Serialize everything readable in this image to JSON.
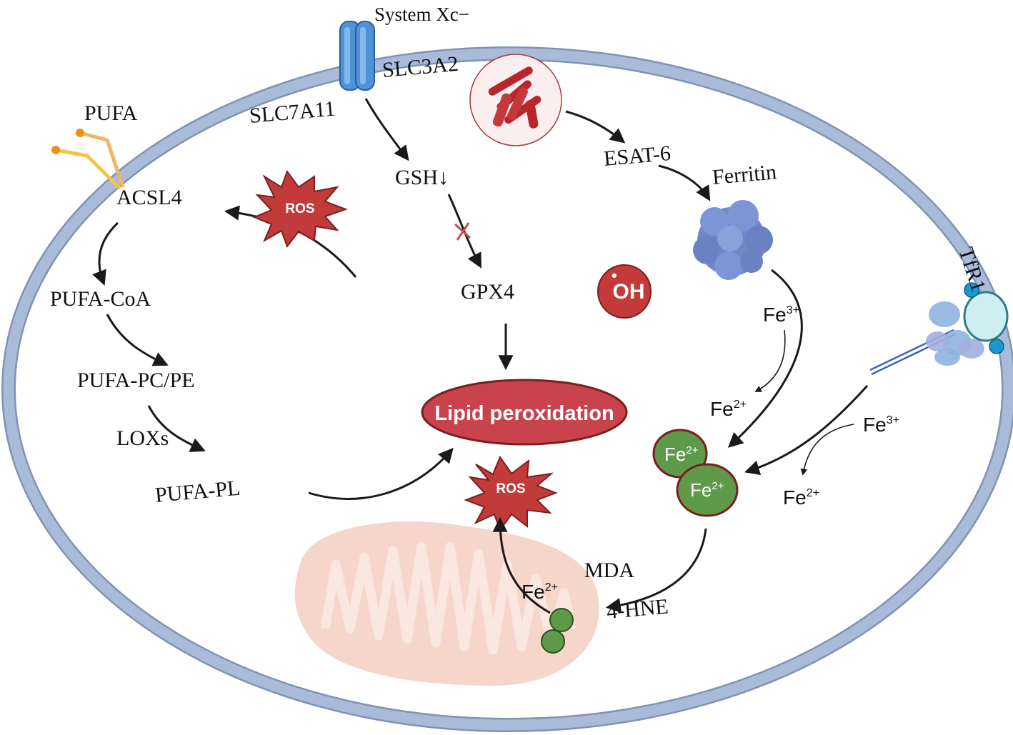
{
  "labels": {
    "system_xc": "System Xc−",
    "slc7a11": "SLC7A11",
    "slc3a2": "SLC3A2",
    "pufa": "PUFA",
    "acsl4": "ACSL4",
    "pufa_coa": "PUFA-CoA",
    "pufa_pc_pe": "PUFA-PC/PE",
    "loxs": "LOXs",
    "pufa_pl": "PUFA-PL",
    "gsh": "GSH↓",
    "gpx4": "GPX4",
    "esat6": "ESAT-6",
    "ferritin": "Ferritin",
    "tfr1": "TfR1",
    "lipid_peroxidation": "Lipid peroxidation",
    "ros_top": "ROS",
    "ros_center": "ROS",
    "oh_radical": "OH",
    "oh_dot": "•",
    "mda": "MDA",
    "hne": "4-HNE",
    "fe_base": "Fe",
    "fe3_sup": "3+",
    "fe2_sup": "2+"
  },
  "colors": {
    "membrane": "#a9bbd9",
    "membrane_edge": "#7f93b5",
    "transporter": "#4e93d6",
    "ros_star": "#c23a3a",
    "lipid": "#c8434b",
    "iron": "#5e9a4a",
    "iron_edge": "#7a1f1f",
    "ferritin": "#6f88c9",
    "mito": "#f6d6cb",
    "bacteria": "#b8262b",
    "tfr1_teal": "#cfeef2",
    "tfr1_blue": "#1a98cf"
  },
  "icons": [
    "transporter-icon",
    "bacteria-icon",
    "ferritin-icon",
    "tfr1-receptor-icon",
    "pufa-lipid-icon",
    "mitochondria-icon",
    "ros-star-icon",
    "hydroxyl-radical-icon",
    "iron-ion-icon",
    "inhibition-cross-icon"
  ]
}
